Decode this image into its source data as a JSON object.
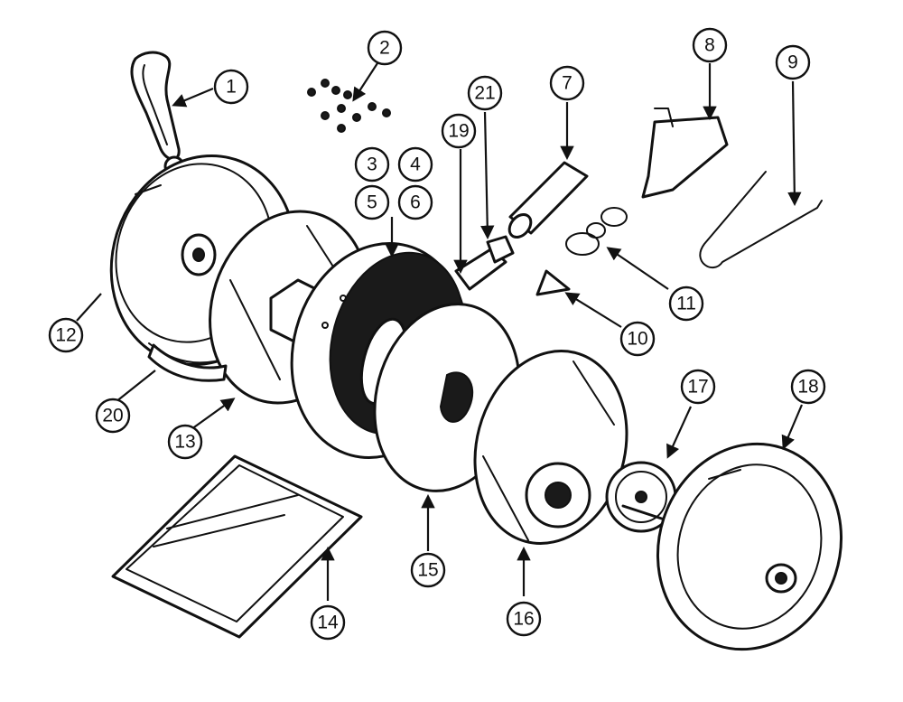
{
  "diagram": {
    "type": "exploded-parts-diagram",
    "line_color": "#111111",
    "background": "#ffffff",
    "callouts": [
      {
        "id": "1",
        "label": "1"
      },
      {
        "id": "2",
        "label": "2"
      },
      {
        "id": "3",
        "label": "3"
      },
      {
        "id": "4",
        "label": "4"
      },
      {
        "id": "5",
        "label": "5"
      },
      {
        "id": "6",
        "label": "6"
      },
      {
        "id": "7",
        "label": "7"
      },
      {
        "id": "8",
        "label": "8"
      },
      {
        "id": "9",
        "label": "9"
      },
      {
        "id": "10",
        "label": "10"
      },
      {
        "id": "11",
        "label": "11"
      },
      {
        "id": "12",
        "label": "12"
      },
      {
        "id": "13",
        "label": "13"
      },
      {
        "id": "14",
        "label": "14"
      },
      {
        "id": "15",
        "label": "15"
      },
      {
        "id": "16",
        "label": "16"
      },
      {
        "id": "17",
        "label": "17"
      },
      {
        "id": "18",
        "label": "18"
      },
      {
        "id": "19",
        "label": "19"
      },
      {
        "id": "20",
        "label": "20"
      },
      {
        "id": "21",
        "label": "21"
      }
    ]
  }
}
